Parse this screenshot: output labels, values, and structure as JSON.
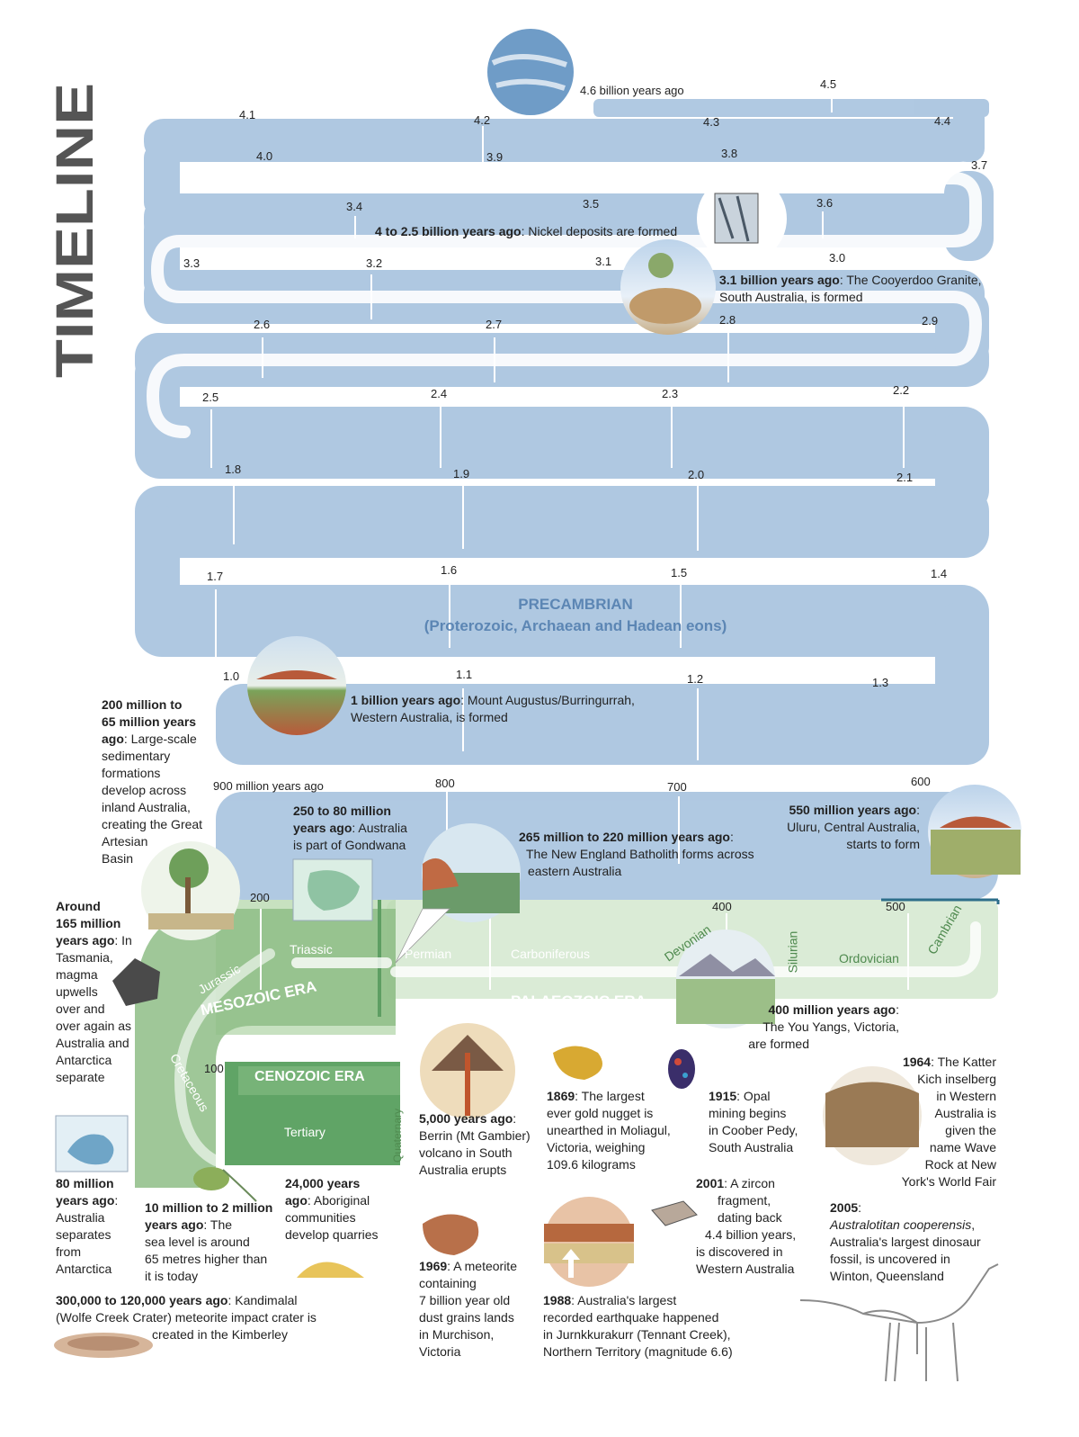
{
  "title": "TIMELINE",
  "eras": {
    "precambrian_line1": "PRECAMBRIAN",
    "precambrian_line2": "(Proterozoic, Archaean  and Hadean eons)",
    "mesozoic": "MESOZOIC ERA",
    "palaeozoic": "PALAEOZOIC ERA",
    "cenozoic": "CENOZOIC ERA"
  },
  "periods": {
    "jurassic": "Jurassic",
    "triassic": "Triassic",
    "permian": "Permian",
    "carboniferous": "Carboniferous",
    "devonian": "Devonian",
    "silurian": "Silurian",
    "ordovician": "Ordovician",
    "cambrian": "Cambrian",
    "cretaceous": "Cretaceous",
    "tertiary": "Tertiary",
    "quaternary": "Quaternary"
  },
  "ticks": {
    "t46": "4.6 billion years ago",
    "t45": "4.5",
    "t44": "4.4",
    "t43": "4.3",
    "t42": "4.2",
    "t41": "4.1",
    "t40": "4.0",
    "t39": "3.9",
    "t38": "3.8",
    "t37": "3.7",
    "t36": "3.6",
    "t35": "3.5",
    "t34": "3.4",
    "t33": "3.3",
    "t32": "3.2",
    "t31": "3.1",
    "t30": "3.0",
    "t29": "2.9",
    "t28": "2.8",
    "t27": "2.7",
    "t26": "2.6",
    "t25": "2.5",
    "t24": "2.4",
    "t23": "2.3",
    "t22": "2.2",
    "t21": "2.1",
    "t20": "2.0",
    "t19": "1.9",
    "t18": "1.8",
    "t17": "1.7",
    "t16": "1.6",
    "t15": "1.5",
    "t14": "1.4",
    "t13": "1.3",
    "t12": "1.2",
    "t11": "1.1",
    "t10": "1.0",
    "m900": "900 million years ago",
    "m800": "800",
    "m700": "700",
    "m600": "600",
    "m500": "500",
    "m400": "400",
    "m200": "200",
    "m100": "100"
  },
  "events": {
    "nickel_bold": "4 to 2.5 billion years ago",
    "nickel_text": ": Nickel deposits are formed",
    "cooyerdoo_bold": "3.1 billion years ago",
    "cooyerdoo_text": ": The Cooyerdoo Granite,",
    "cooyerdoo_text2": "South Australia, is formed",
    "augustus_bold": "1 billion years ago",
    "augustus_text": ": Mount Augustus/Burringurrah,",
    "augustus_text2": "Western Australia, is formed",
    "artesian_bold1": "200 million to",
    "artesian_bold2": "65 million years",
    "artesian_bold3": "ago",
    "artesian_l1": ": Large-scale",
    "artesian_l2": "sedimentary",
    "artesian_l3": "formations",
    "artesian_l4": "develop across",
    "artesian_l5": "inland Australia,",
    "artesian_l6": "creating the Great",
    "artesian_l7": "Artesian",
    "artesian_l8": "Basin",
    "gondwana_bold1": "250 to 80 million",
    "gondwana_bold2": "years ago",
    "gondwana_l1": ": Australia",
    "gondwana_l2": "is part of Gondwana",
    "england_bold": "265 million to 220 million years ago",
    "england_l1": ":",
    "england_l2": "The New England Batholith forms across",
    "england_l3": "eastern Australia",
    "uluru_bold": "550 million years ago",
    "uluru_l1": ":",
    "uluru_l2": "Uluru, Central Australia,",
    "uluru_l3": "starts to form",
    "tas_bold1": "Around",
    "tas_bold2": "165 million",
    "tas_bold3": "years ago",
    "tas_l1": ": In",
    "tas_l2": "Tasmania,",
    "tas_l3": "magma",
    "tas_l4": "upwells",
    "tas_l5": "over and",
    "tas_l6": "over again as",
    "tas_l7": "Australia and",
    "tas_l8": "Antarctica",
    "tas_l9": "separate",
    "youyangs_bold": "400 million years ago",
    "youyangs_l1": ":",
    "youyangs_l2": "The You Yangs, Victoria,",
    "youyangs_l3": "are formed",
    "gambier_bold1": "5,000 years ago",
    "gambier_l1": ":",
    "gambier_l2": "Berrin (Mt Gambier)",
    "gambier_l3": "volcano in South",
    "gambier_l4": "Australia erupts",
    "nugget_bold": "1869",
    "nugget_l1": ": The largest",
    "nugget_l2": "ever gold nugget is",
    "nugget_l3": "unearthed in Moliagul,",
    "nugget_l4": "Victoria, weighing",
    "nugget_l5": "109.6 kilograms",
    "opal_bold": "1915",
    "opal_l1": ": Opal",
    "opal_l2": "mining begins",
    "opal_l3": "in Coober Pedy,",
    "opal_l4": "South Australia",
    "wave_bold": "1964",
    "wave_l1": ": The Katter",
    "wave_l2": "Kich inselberg",
    "wave_l3": "in Western",
    "wave_l4": "Australia is",
    "wave_l5": "given the",
    "wave_l6": "name Wave",
    "wave_l7": "Rock at New",
    "wave_l8": "York's World Fair",
    "ant_bold1": "80 million",
    "ant_bold2": "years ago",
    "ant_l1": ":",
    "ant_l2": "Australia",
    "ant_l3": "separates",
    "ant_l4": "from",
    "ant_l5": "Antarctica",
    "sea_bold1": "10 million to 2 million",
    "sea_bold2": "years ago",
    "sea_l1": ": The",
    "sea_l2": "sea level is around",
    "sea_l3": "65 metres higher than",
    "sea_l4": "it is today",
    "quarry_bold1": "24,000 years",
    "quarry_bold2": "ago",
    "quarry_l1": ": Aboriginal",
    "quarry_l2": "communities",
    "quarry_l3": "develop quarries",
    "zircon_bold": "2001",
    "zircon_l1": ": A zircon",
    "zircon_l2": "fragment,",
    "zircon_l3": "dating back",
    "zircon_l4": "4.4 billion years,",
    "zircon_l5": "is discovered in",
    "zircon_l6": "Western Australia",
    "dino_bold": "2005",
    "dino_l1": ":",
    "dino_species": "Australotitan cooperensis",
    "dino_l2": ",",
    "dino_l3": "Australia's largest dinosaur",
    "dino_l4": "fossil, is uncovered in",
    "dino_l5": "Winton, Queensland",
    "meteorite_bold": "1969",
    "meteorite_l1": ": A meteorite",
    "meteorite_l2": "containing",
    "meteorite_l3": "7 billion year old",
    "meteorite_l4": "dust grains lands",
    "meteorite_l5": "in Murchison,",
    "meteorite_l6": "Victoria",
    "quake_bold": "1988",
    "quake_l1": ": Australia's largest",
    "quake_l2": "recorded earthquake happened",
    "quake_l3": "in Jurnkkurakurr (Tennant Creek),",
    "quake_l4": "Northern Territory (magnitude 6.6)",
    "crater_bold": "300,000 to 120,000 years ago",
    "crater_l1": ": Kandimalal",
    "crater_l2": "(Wolfe Creek Crater) meteorite impact crater is",
    "crater_l3": "created in the Kimberley"
  },
  "colors": {
    "precambrian_blue": "#a9c4df",
    "precambrian_text": "#5c86b4",
    "palaeozoic_green": "#d4e8cf",
    "mesozoic_green": "#8ebd86",
    "cenozoic_green": "#4f9a55",
    "title_grey": "#555555"
  }
}
